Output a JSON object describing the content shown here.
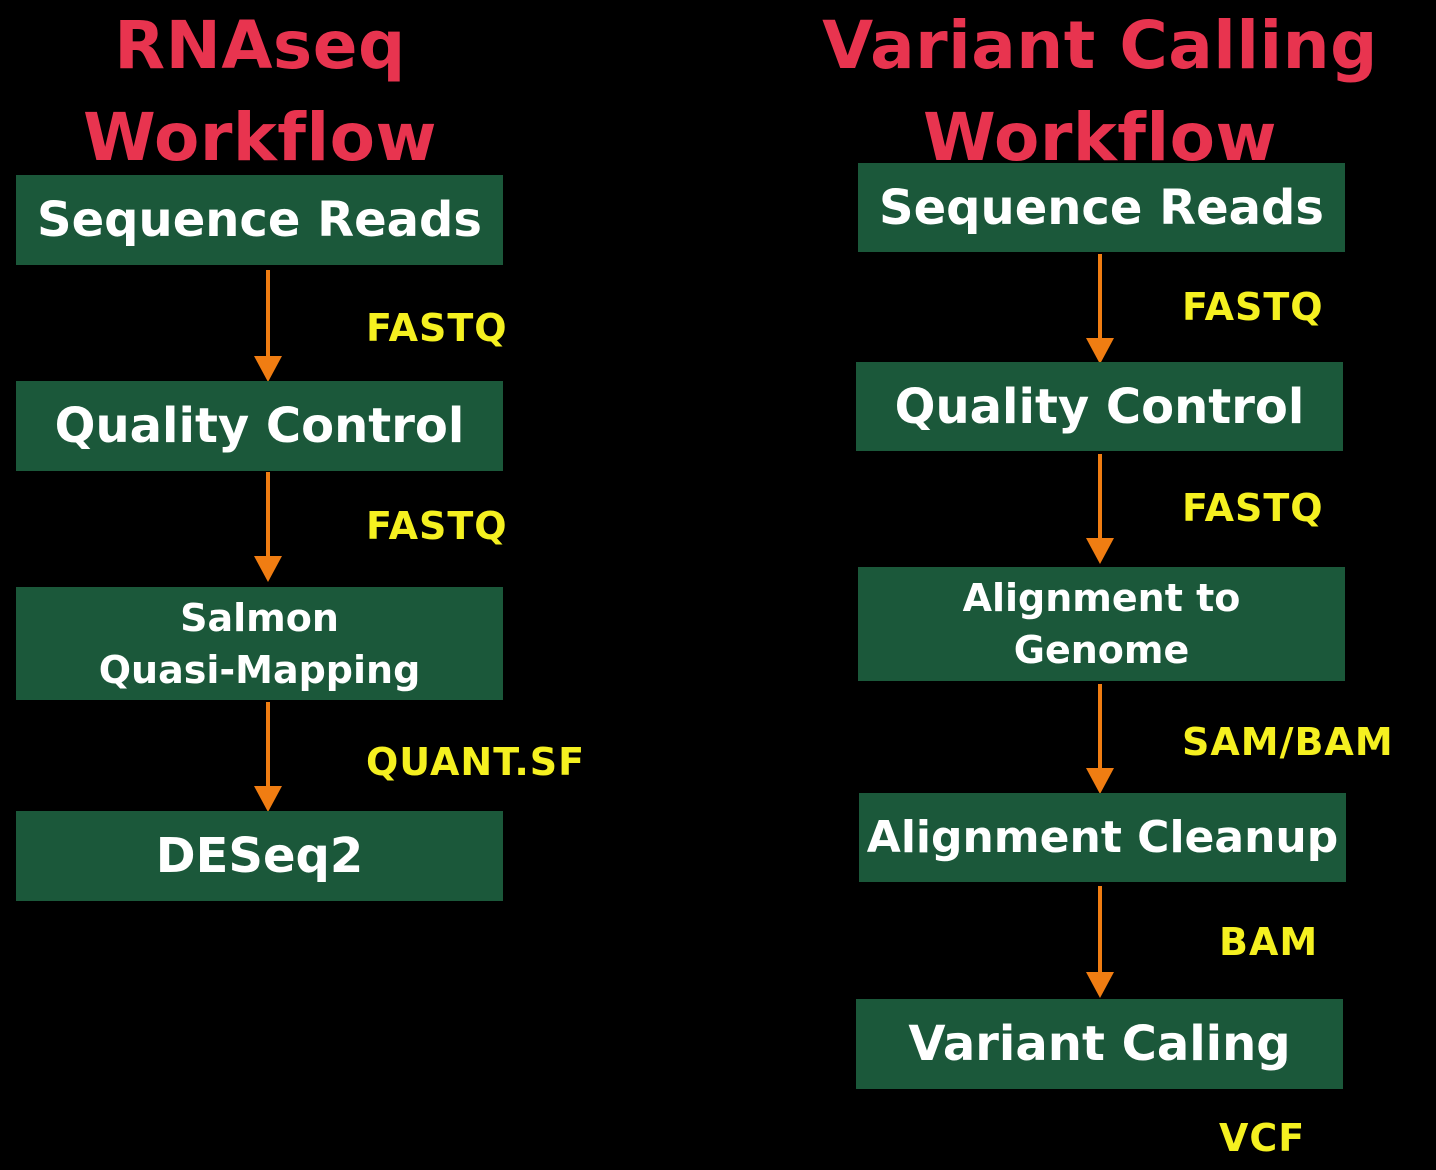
{
  "colors": {
    "background": "#000000",
    "title": "#e8344f",
    "box_fill": "#1b583a",
    "box_text": "#ffffff",
    "format_label": "#f5f020",
    "arrow": "#f07d12"
  },
  "rnaseq": {
    "title_line1": "RNAseq",
    "title_line2": "Workflow",
    "steps": {
      "sequence_reads": "Sequence Reads",
      "quality_control": "Quality Control",
      "salmon_line1": "Salmon",
      "salmon_line2": "Quasi-Mapping",
      "deseq2": "DESeq2"
    },
    "formats": {
      "f1": "FASTQ",
      "f2": "FASTQ",
      "f3": "QUANT.SF"
    }
  },
  "variant": {
    "title_line1": "Variant Calling",
    "title_line2": "Workflow",
    "steps": {
      "sequence_reads": "Sequence Reads",
      "quality_control": "Quality Control",
      "alignment_line1": "Alignment to",
      "alignment_line2": "Genome",
      "alignment_cleanup": "Alignment Cleanup",
      "variant_calling": "Variant Caling"
    },
    "formats": {
      "f1": "FASTQ",
      "f2": "FASTQ",
      "f3": "SAM/BAM",
      "f4": "BAM",
      "f5": "VCF"
    }
  }
}
